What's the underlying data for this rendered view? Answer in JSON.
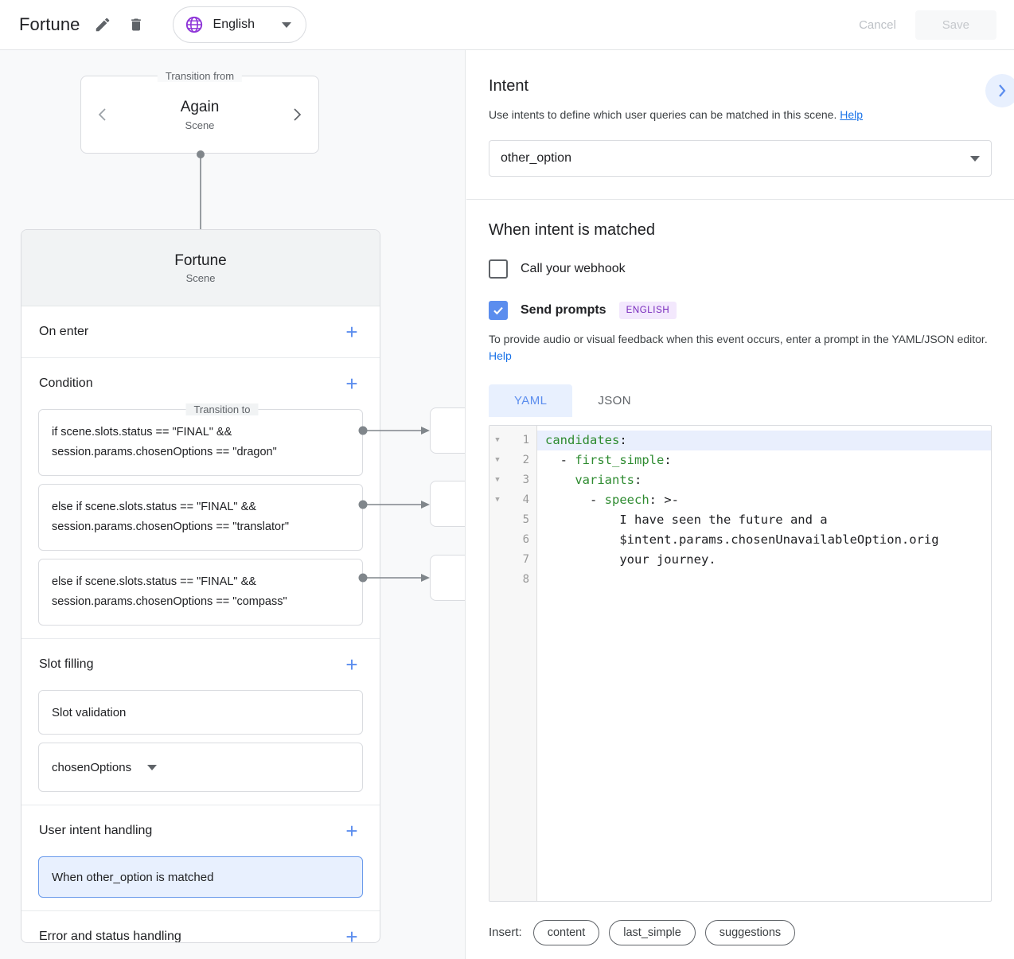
{
  "topbar": {
    "app_title": "Fortune",
    "edit_icon": "pencil-icon",
    "delete_icon": "trash-icon",
    "language": "English",
    "globe_icon": "globe-icon",
    "globe_color": "#8e35d8",
    "cancel_label": "Cancel",
    "save_label": "Save"
  },
  "left_panel": {
    "transition_from": {
      "legend": "Transition from",
      "name": "Again",
      "type": "Scene",
      "prev_icon": "chevron-left-icon",
      "next_icon": "chevron-right-icon"
    },
    "transition_to": {
      "legend": "Transition to",
      "name": "Fortune",
      "type": "Scene"
    },
    "sections": [
      {
        "title": "On enter",
        "add_label": "+"
      },
      {
        "title": "Condition",
        "add_label": "+"
      },
      {
        "title": "Slot filling",
        "add_label": "+"
      },
      {
        "title": "User intent handling",
        "add_label": "+"
      },
      {
        "title": "Error and status handling",
        "add_label": "+"
      }
    ],
    "conditions": [
      "if scene.slots.status == \"FINAL\" && session.params.chosenOptions == \"dragon\"",
      "else if scene.slots.status == \"FINAL\" && session.params.chosenOptions == \"translator\"",
      "else if scene.slots.status == \"FINAL\" && session.params.chosenOptions == \"compass\""
    ],
    "slot_filling": {
      "validation_label": "Slot validation",
      "slot_name": "chosenOptions"
    },
    "user_intent_handling": {
      "selected_item": "When other_option is matched"
    }
  },
  "right_panel": {
    "intent": {
      "title": "Intent",
      "description": "Use intents to define which user queries can be matched in this scene.",
      "help_label": "Help",
      "selected_intent": "other_option"
    },
    "when_matched": {
      "title": "When intent is matched",
      "webhook_label": "Call your webhook",
      "webhook_checked": false,
      "send_prompts_label": "Send prompts",
      "send_prompts_checked": true,
      "language_badge": "ENGLISH",
      "prompt_description": "To provide audio or visual feedback when this event occurs, enter a prompt in the YAML/JSON editor.",
      "prompt_help_label": "Help"
    },
    "editor": {
      "tabs": [
        {
          "label": "YAML",
          "active": true
        },
        {
          "label": "JSON",
          "active": false
        }
      ],
      "lines": [
        {
          "num": "1",
          "fold": true,
          "highlight": true,
          "key": "candidates",
          "prefix": "",
          "suffix": ":",
          "text": ""
        },
        {
          "num": "2",
          "fold": true,
          "highlight": false,
          "key": "first_simple",
          "prefix": "  - ",
          "suffix": ":",
          "text": ""
        },
        {
          "num": "3",
          "fold": true,
          "highlight": false,
          "key": "variants",
          "prefix": "    ",
          "suffix": ":",
          "text": ""
        },
        {
          "num": "4",
          "fold": true,
          "highlight": false,
          "key": "speech",
          "prefix": "      - ",
          "suffix": ": >-",
          "text": ""
        },
        {
          "num": "5",
          "fold": false,
          "highlight": false,
          "key": "",
          "prefix": "",
          "suffix": "",
          "text": "          I have seen the future and a"
        },
        {
          "num": "6",
          "fold": false,
          "highlight": false,
          "key": "",
          "prefix": "",
          "suffix": "",
          "text": "          $intent.params.chosenUnavailableOption.orig"
        },
        {
          "num": "7",
          "fold": false,
          "highlight": false,
          "key": "",
          "prefix": "",
          "suffix": "",
          "text": "          your journey."
        },
        {
          "num": "8",
          "fold": false,
          "highlight": false,
          "key": "",
          "prefix": "",
          "suffix": "",
          "text": ""
        }
      ]
    },
    "insert": {
      "label": "Insert:",
      "chips": [
        "content",
        "last_simple",
        "suggestions"
      ]
    },
    "expand_icon": "chevron-right-icon"
  },
  "colors": {
    "accent_blue": "#5b8dee",
    "link_blue": "#1a73e8",
    "purple": "#8e35d8",
    "badge_purple_bg": "#f3e8fd",
    "badge_purple_fg": "#7627bb",
    "yaml_key_green": "#2e8b30",
    "panel_bg": "#f8f9fa"
  }
}
